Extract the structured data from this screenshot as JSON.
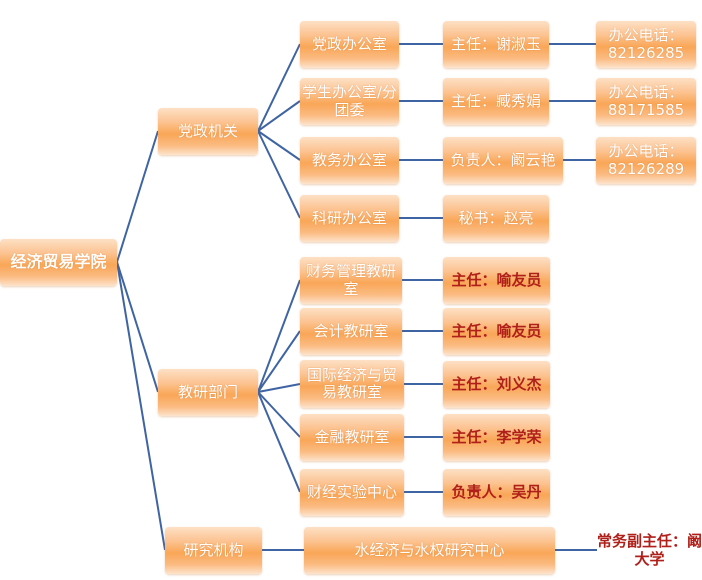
{
  "root": "经济贸易学院",
  "admin": {
    "label": "党政机关",
    "offices": [
      {
        "name": "党政办公室",
        "head": "主任：谢淑玉",
        "phone": "办公电话：82126285"
      },
      {
        "name": "学生办公室/分团委",
        "head": "主任：臧秀娟",
        "phone": "办公电话：88171585"
      },
      {
        "name": "教务办公室",
        "head": "负责人：阚云艳",
        "phone": "办公电话：82126289"
      },
      {
        "name": "科研办公室",
        "head": "秘书：赵亮",
        "phone": ""
      }
    ]
  },
  "teaching": {
    "label": "教研部门",
    "units": [
      {
        "name": "财务管理教研室",
        "head": "主任：喻友员"
      },
      {
        "name": "会计教研室",
        "head": "主任：喻友员"
      },
      {
        "name": "国际经济与贸易教研室",
        "head": "主任：刘义杰"
      },
      {
        "name": "金融教研室",
        "head": "主任：李学荣"
      },
      {
        "name": "财经实验中心",
        "head": "负责人：吴丹"
      }
    ]
  },
  "research": {
    "label": "研究机构",
    "center": "水经济与水权研究中心",
    "head": "常务副主任：阚大学"
  }
}
